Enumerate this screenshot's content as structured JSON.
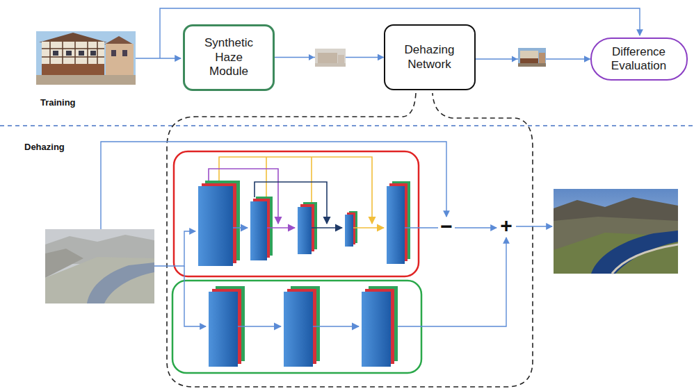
{
  "diagram": {
    "nodes": [
      {
        "text": [
          "Synthetic Haze Module"
        ]
      },
      {
        "text": [
          "Dehazing Network"
        ]
      },
      {
        "text": [
          "Difference Evaluation"
        ]
      }
    ],
    "edges": [
      {
        "from": 0,
        "to": 1,
        "arrow": "to"
      },
      {
        "from": 1,
        "to": 2,
        "arrow": "to"
      }
    ],
    "labels": [
      "Training",
      "Dehazing",
      "−",
      "+"
    ]
  }
}
